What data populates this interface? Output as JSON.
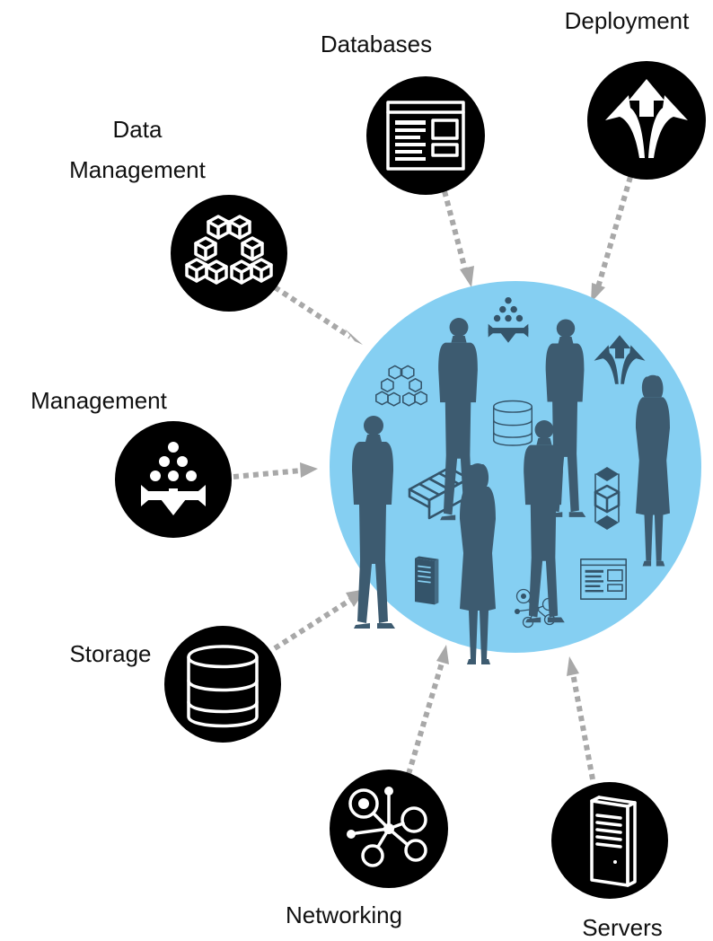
{
  "colors": {
    "node": "#0b5c96",
    "hub": "#85cff2",
    "arrow": "#a8a8a8",
    "hub_icon": "#34546a",
    "person": "#3d5b70"
  },
  "hub": {
    "icons": [
      "management-icon",
      "data-management-icon",
      "storage-icon",
      "deployment-icon",
      "blocks-icon",
      "stack-icon",
      "servers-icon",
      "networking-icon",
      "databases-icon"
    ],
    "people_count": 6
  },
  "nodes": [
    {
      "id": "databases",
      "label_lines": [
        "Databases"
      ],
      "icon": "databases-icon"
    },
    {
      "id": "deployment",
      "label_lines": [
        "Deployment"
      ],
      "icon": "deployment-icon"
    },
    {
      "id": "data-management",
      "label_lines": [
        "Data",
        "Management"
      ],
      "icon": "data-management-icon"
    },
    {
      "id": "management",
      "label_lines": [
        "Management"
      ],
      "icon": "management-icon"
    },
    {
      "id": "storage",
      "label_lines": [
        "Storage"
      ],
      "icon": "storage-icon"
    },
    {
      "id": "networking",
      "label_lines": [
        "Networking"
      ],
      "icon": "networking-icon"
    },
    {
      "id": "servers",
      "label_lines": [
        "Servers"
      ],
      "icon": "servers-icon"
    }
  ]
}
